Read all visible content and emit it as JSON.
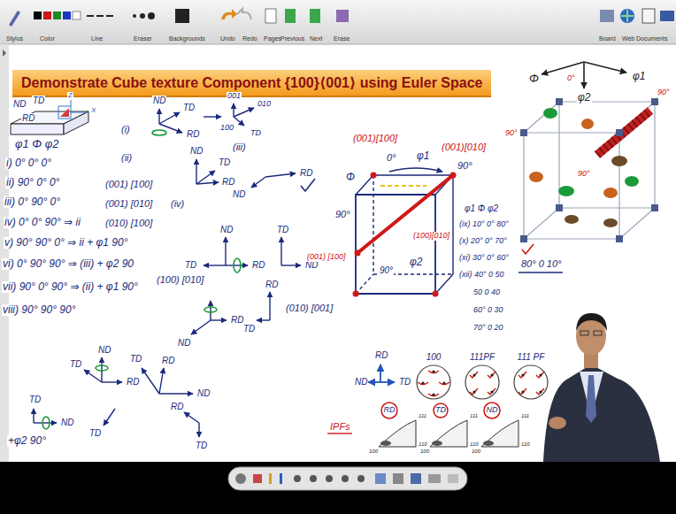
{
  "diagram": {
    "title": "Demonstrate Cube texture Component {100}⟨001⟩ using Euler Space",
    "nodes": [
      {
        "text": [
          "100"
        ]
      },
      {
        "text": [
          "111PF"
        ]
      },
      {
        "text": [
          "111 PF"
        ]
      },
      {
        "text": [
          "RD"
        ]
      },
      {
        "text": [
          "TD"
        ]
      },
      {
        "text": [
          "ND"
        ]
      }
    ],
    "labels": [
      "Stylus",
      "Color",
      "Line",
      "Eraser",
      "Backgrounds",
      "Undo",
      "Redo",
      "Pages",
      "Previous",
      "Next",
      "Erase",
      "Board",
      "Web",
      "Documents",
      "ND",
      "TD",
      "RD",
      "Z",
      "X",
      "φ1 Φ φ2",
      "i) 0° 0° 0°",
      "ii) 90° 0° 0°",
      "iii) 0° 90° 0°",
      "iv) 0° 0° 90° ⇒ ii",
      "v) 90° 90° 0° ⇒ ii + φ1 90°",
      "vi) 0° 90° 90° ⇒ (iii) + φ2 90",
      "vii) 90° 0° 90° ⇒ (ii) + φ1 90°",
      "viii) 90° 90° 90°",
      "(001) [100]",
      "(001) [010]",
      "(010) [100]",
      "(100) [010]",
      "(010) [001]",
      "(i)",
      "(ii)",
      "(iii)",
      "(iv)",
      "ND",
      "TD",
      "RD",
      "001",
      "010",
      "100",
      "TD",
      "ND",
      "TD",
      "RD",
      "ND",
      "RD",
      "ND",
      "TD",
      "RD",
      "TD",
      "ND",
      "RD",
      "ND",
      "RD",
      "TD",
      "ND",
      "TD",
      "RD",
      "TD",
      "ND",
      "TD",
      "RD",
      "ND",
      "RD",
      "TD",
      "TD",
      "+φ2 90°",
      "(001)[100]",
      "0°",
      "φ1",
      "(001)[010]",
      "90°",
      "Φ",
      "90°",
      "φ2",
      "(001) [100]",
      "(100)[010]",
      "90°",
      "φ1 Φ φ2",
      "(ix) 10° 0° 80°",
      "(x) 20° 0° 70°",
      "(xi) 30° 0° 60°",
      "(xii) 40° 0 50",
      "50 0 40",
      "60° 0 30",
      "70° 0 20",
      "80° 0 10°",
      "Φ",
      "0°",
      "φ2",
      "φ1",
      "90°",
      "90°",
      "90°",
      "RD",
      "ND",
      "TD",
      "IPFs",
      "111",
      "110",
      "100",
      "111",
      "110",
      "100",
      "111",
      "110",
      "100"
    ]
  }
}
